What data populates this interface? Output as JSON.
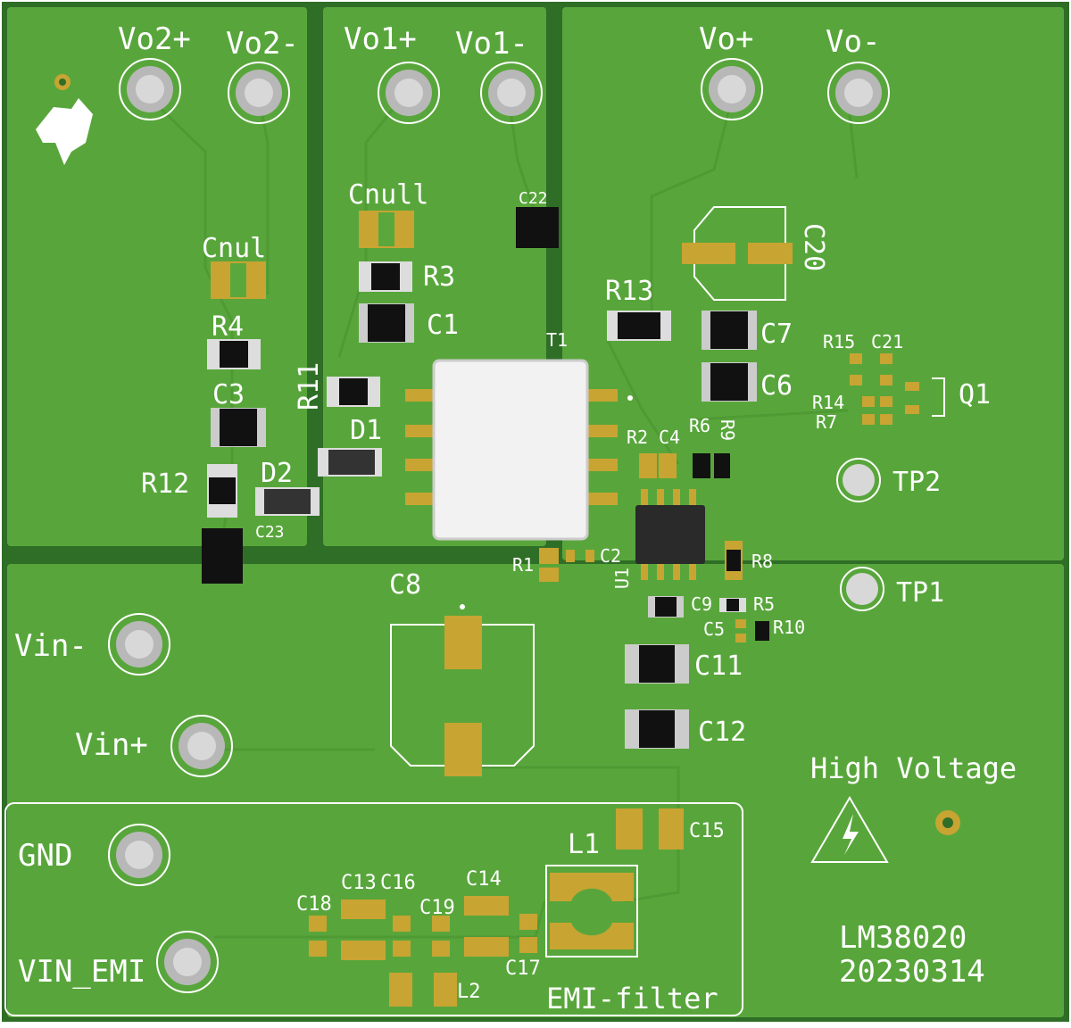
{
  "board": {
    "title": "LM38020",
    "date": "20230314",
    "warning": "High Voltage",
    "emi_label": "EMI-filter"
  },
  "terminals": {
    "vo2p": "Vo2+",
    "vo2m": "Vo2-",
    "vo1p": "Vo1+",
    "vo1m": "Vo1-",
    "vop": "Vo+",
    "vom": "Vo-",
    "vinm": "Vin-",
    "vinp": "Vin+",
    "gnd": "GND",
    "vin_emi": "VIN_EMI",
    "tp1": "TP1",
    "tp2": "TP2"
  },
  "refdes": {
    "cnul": "Cnul",
    "cnull": "Cnull",
    "r4": "R4",
    "r3": "R3",
    "c1": "C1",
    "c3": "C3",
    "r11": "R11",
    "d1": "D1",
    "d2": "D2",
    "r12": "R12",
    "c23": "C23",
    "c22": "C22",
    "r13": "R13",
    "c20": "C20",
    "c7": "C7",
    "c6": "C6",
    "t1": "T1",
    "r15": "R15",
    "c21": "C21",
    "r14": "R14",
    "r7": "R7",
    "q1": "Q1",
    "r2": "R2",
    "c4": "C4",
    "r6": "R6",
    "r9": "R9",
    "r1": "R1",
    "c2": "C2",
    "u1": "U1",
    "r8": "R8",
    "c9": "C9",
    "r5": "R5",
    "c5": "C5",
    "r10": "R10",
    "c8": "C8",
    "c11": "C11",
    "c12": "C12",
    "c15": "C15",
    "l1": "L1",
    "c13": "C13",
    "c16": "C16",
    "c14": "C14",
    "c18": "C18",
    "c19": "C19",
    "c17": "C17",
    "l2": "L2"
  },
  "colors": {
    "board": "#5aa83c",
    "copper": "#4f9a34",
    "pad": "#c8a432",
    "silk": "#ffffff"
  }
}
